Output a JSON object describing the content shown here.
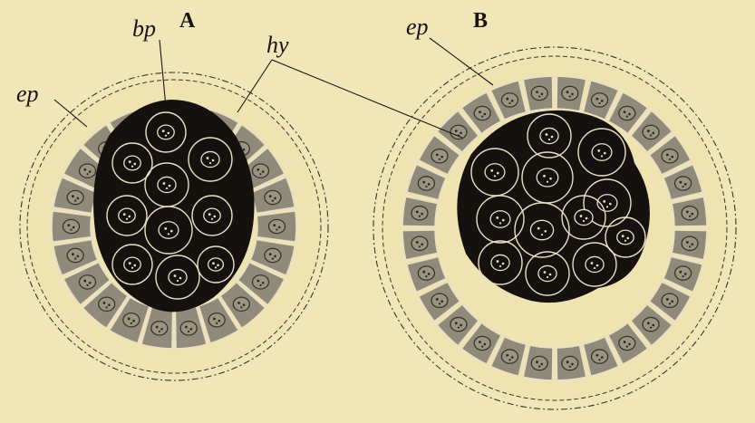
{
  "figure": {
    "panel_a": {
      "letter": "A"
    },
    "panel_b": {
      "letter": "B"
    },
    "labels": {
      "bp": "bp",
      "ep_a": "ep",
      "hy": "hy",
      "ep_b": "ep"
    },
    "colors": {
      "background": "#f1e6b8",
      "zona": "#efe3b2",
      "epithelium": "#8f8a7a",
      "dark_mass": "#14110f",
      "cell_wall": "#e9dfc6",
      "nucleus_dark": "#2b2722"
    }
  }
}
